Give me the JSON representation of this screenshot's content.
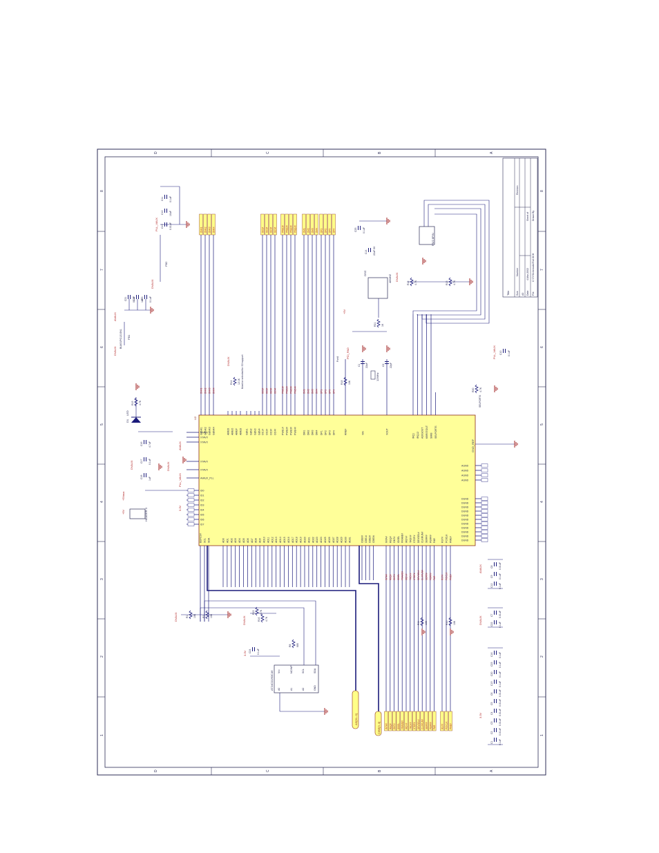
{
  "colors": {
    "frame": "#2b2b55",
    "wire": "#1a1a7a",
    "net": "#b02020",
    "chip_fill": "#ffff99",
    "chip_stroke": "#8a2a1a",
    "label_fill": "#ffff88",
    "ground": "#a02020"
  },
  "frame": {
    "zone_letters": [
      "D",
      "C",
      "B",
      "A"
    ],
    "zone_numbers": [
      "8",
      "7",
      "6",
      "5",
      "4",
      "3",
      "2",
      "1"
    ]
  },
  "title_block": {
    "title_label": "Title",
    "size_label": "Size",
    "size_value": "A3",
    "number_label": "Number",
    "revision_label": "Revision",
    "date_label": "Date",
    "date_value": "4-Mar-2002",
    "sheet_label": "Sheet of",
    "file_label": "File",
    "file_value": "C:\\TY\\Schematic\\Full.SCH",
    "drawn_label": "Drawn By"
  },
  "main_ic": {
    "designator": "U2",
    "left_pins": [
      "ID0",
      "ID1",
      "ID2",
      "ID3",
      "ID4",
      "ID5",
      "ID6",
      "ID7"
    ],
    "power_pins": [
      "AVAUX_PLL",
      "XTAVX",
      "XTAVX"
    ],
    "xtal_pins": [
      "XTAVX",
      "XTAVX",
      "XTAVX"
    ],
    "top_pins_1": [
      "GENK1",
      "GENK2",
      "GENK3",
      "GENK4"
    ],
    "top_pins_2": [
      "AMED",
      "AMEO",
      "AMEP",
      "AMED"
    ],
    "top_pins_3": [
      "GEN1",
      "GEN2",
      "GEN3",
      "GEN4"
    ],
    "top_pins_4": [
      "OC1#",
      "OC2#",
      "OC3#",
      "OC4#"
    ],
    "top_pins_5": [
      "PWE1#",
      "PWE2#",
      "PWE3#",
      "PWE4#"
    ],
    "top_pins_6": [
      "DM1",
      "DM2",
      "DM3",
      "DM4"
    ],
    "top_pins_7": [
      "DP1",
      "DP2",
      "DP3",
      "DP4"
    ],
    "misc_pins": [
      "RREF",
      "XIN",
      "XOUT"
    ],
    "right_pins": [
      "IRQ1",
      "IRQ12",
      "A20GOUT",
      "KBRSTOUT",
      "SMIB",
      "SELPORTS"
    ],
    "bottom_pins_1": [
      "EEPCS#",
      "SCL",
      "SDA"
    ],
    "bottom_pins_2": [
      "AD0",
      "AD1",
      "AD2",
      "AD3",
      "AD4",
      "AD5",
      "AD6",
      "AD7",
      "AD8",
      "AD9",
      "AD10",
      "AD11",
      "AD12",
      "AD13",
      "AD14",
      "AD15",
      "AD16",
      "AD17",
      "AD18",
      "AD19",
      "AD20",
      "AD21",
      "AD22",
      "AD23",
      "AD24",
      "AD25",
      "AD26",
      "AD27",
      "AD28",
      "AD29",
      "AD30",
      "AD31"
    ],
    "bottom_pins_3": [
      "CBE0#",
      "CBE1#",
      "CBE2#",
      "CBE3#"
    ],
    "bottom_pins_4": [
      "INTA#",
      "REQ#",
      "GNT#",
      "IDSEL",
      "FRAME#",
      "IRDY#",
      "TRDY#",
      "STOP#",
      "DEVSEL#",
      "CLKRUN#",
      "SERR#",
      "PERR#",
      "PAR"
    ],
    "bottom_pins_5": [
      "RST#",
      "PCICLK",
      "PME#"
    ],
    "ground_pins": [
      "AGND",
      "AGND",
      "AGND",
      "AGND",
      "DGND",
      "DGND",
      "DGND",
      "DGND",
      "DGND",
      "DGND",
      "DGND",
      "DGND",
      "DGND",
      "DGND",
      "DGND"
    ],
    "gnd_ref": "GND_REF"
  },
  "labels": {
    "avaux": "AVAUX",
    "dvaux": "DVAUX",
    "pll_vaux": "PLL_VAUX",
    "v3v3": "3.3V",
    "v33": "3.3V",
    "v5": "+5V",
    "v5b": "+5V",
    "v5aux": "+5Vaux",
    "pci_pad": "PCI_PAD",
    "addr_bus": "AD[31..0]",
    "cbe_bus": "C/BE[3..0]",
    "rref_note": "Must be selected for S3 support",
    "sel_port": "SELPORT4",
    "port4": "Port4"
  },
  "ic_labels": {
    "osc": "OSC",
    "osc_value": "48MHZ",
    "xtal": "12MHz",
    "eeprom": "AT24C02/93C46",
    "eeprom_pins": [
      "A0",
      "A1",
      "A2",
      "GND",
      "Vcc",
      "NC/WP",
      "SCL",
      "SDA"
    ],
    "connector": "HEADER 3",
    "ps2": "PS/2 8PIN",
    "diode": "D1",
    "diode_label": "LED"
  },
  "cap_labels": [
    "C1",
    "C2",
    "C3",
    "C4",
    "C5",
    "C6",
    "C7",
    "C8",
    "C9",
    "C10",
    "C11",
    "C12",
    "C13",
    "C14",
    "C15",
    "C16",
    "C17",
    "C18",
    "C19",
    "C20",
    "C21",
    "C22",
    "C23",
    "C24",
    "C25"
  ],
  "cap_values": [
    "0.1uF",
    "1uF",
    "10uF",
    "22pF",
    "4.7uF",
    "0.01uF",
    "22uF 6V"
  ],
  "res_labels": [
    "R1",
    "R2",
    "R3",
    "R4",
    "R5",
    "R6",
    "R7",
    "R8",
    "R9",
    "R10",
    "R11",
    "R12",
    "R13",
    "R14",
    "R15",
    "R16",
    "R17",
    "R18",
    "R19",
    "R20",
    "R21"
  ],
  "res_values": [
    "10K",
    "4.7K",
    "1K",
    "680",
    "12.1K"
  ],
  "bead_labels": [
    "FB1",
    "FB2",
    "BLM31PG121SN1"
  ],
  "port_nets": [
    "DNK1",
    "DNK2",
    "DNK3",
    "DNK4",
    "OC1#",
    "OC2#",
    "OC3#",
    "OC4#",
    "PWE1#",
    "PWE2#",
    "PWE3#",
    "PWE4#",
    "DM1",
    "DM2",
    "DM3",
    "DM4",
    "DP1",
    "DP2",
    "DP3",
    "DP4"
  ],
  "pci_nets": [
    "INTA#",
    "REQ#",
    "GNT#",
    "IDSEL",
    "FRAME#",
    "IRDY#",
    "TRDY#",
    "STOP#",
    "DEVSEL#",
    "CLKRUN#",
    "SERR#",
    "PERR#",
    "PAR",
    "RST#",
    "PCICLK",
    "PME#"
  ]
}
